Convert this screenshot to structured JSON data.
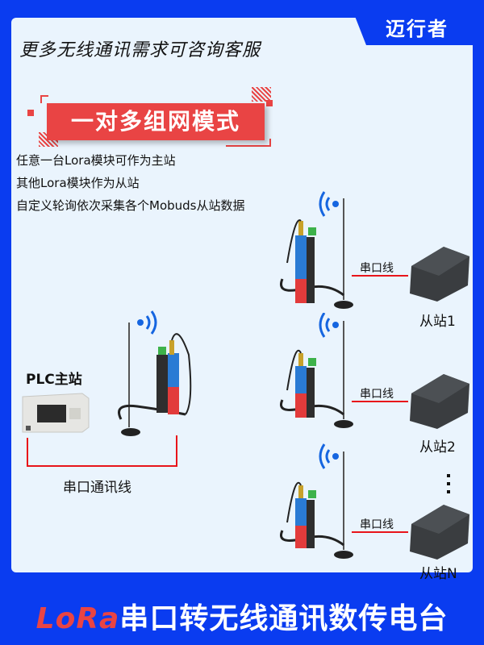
{
  "header": {
    "brand": "迈行者",
    "subtitle": "更多无线通讯需求可咨询客服"
  },
  "mode": {
    "title": "一对多组网模式"
  },
  "description": [
    "任意一台Lora模块可作为主站",
    "其他Lora模块作为从站",
    "自定义轮询依次采集各个Mobuds从站数据"
  ],
  "master": {
    "label": "PLC主站",
    "cable_label": "串口通讯线"
  },
  "slaves": [
    {
      "label": "从站1",
      "cable_label": "串口线"
    },
    {
      "label": "从站2",
      "cable_label": "串口线"
    },
    {
      "label": "从站N",
      "cable_label": "串口线"
    }
  ],
  "footer": {
    "lora": "LoRa",
    "title": "串口转无线通讯数传电台"
  },
  "colors": {
    "brand_blue": "#0a3cf0",
    "accent_red": "#e94444",
    "cable_red": "#e8141a",
    "panel_bg": "#eaf4fd",
    "signal_blue": "#1565e0"
  }
}
